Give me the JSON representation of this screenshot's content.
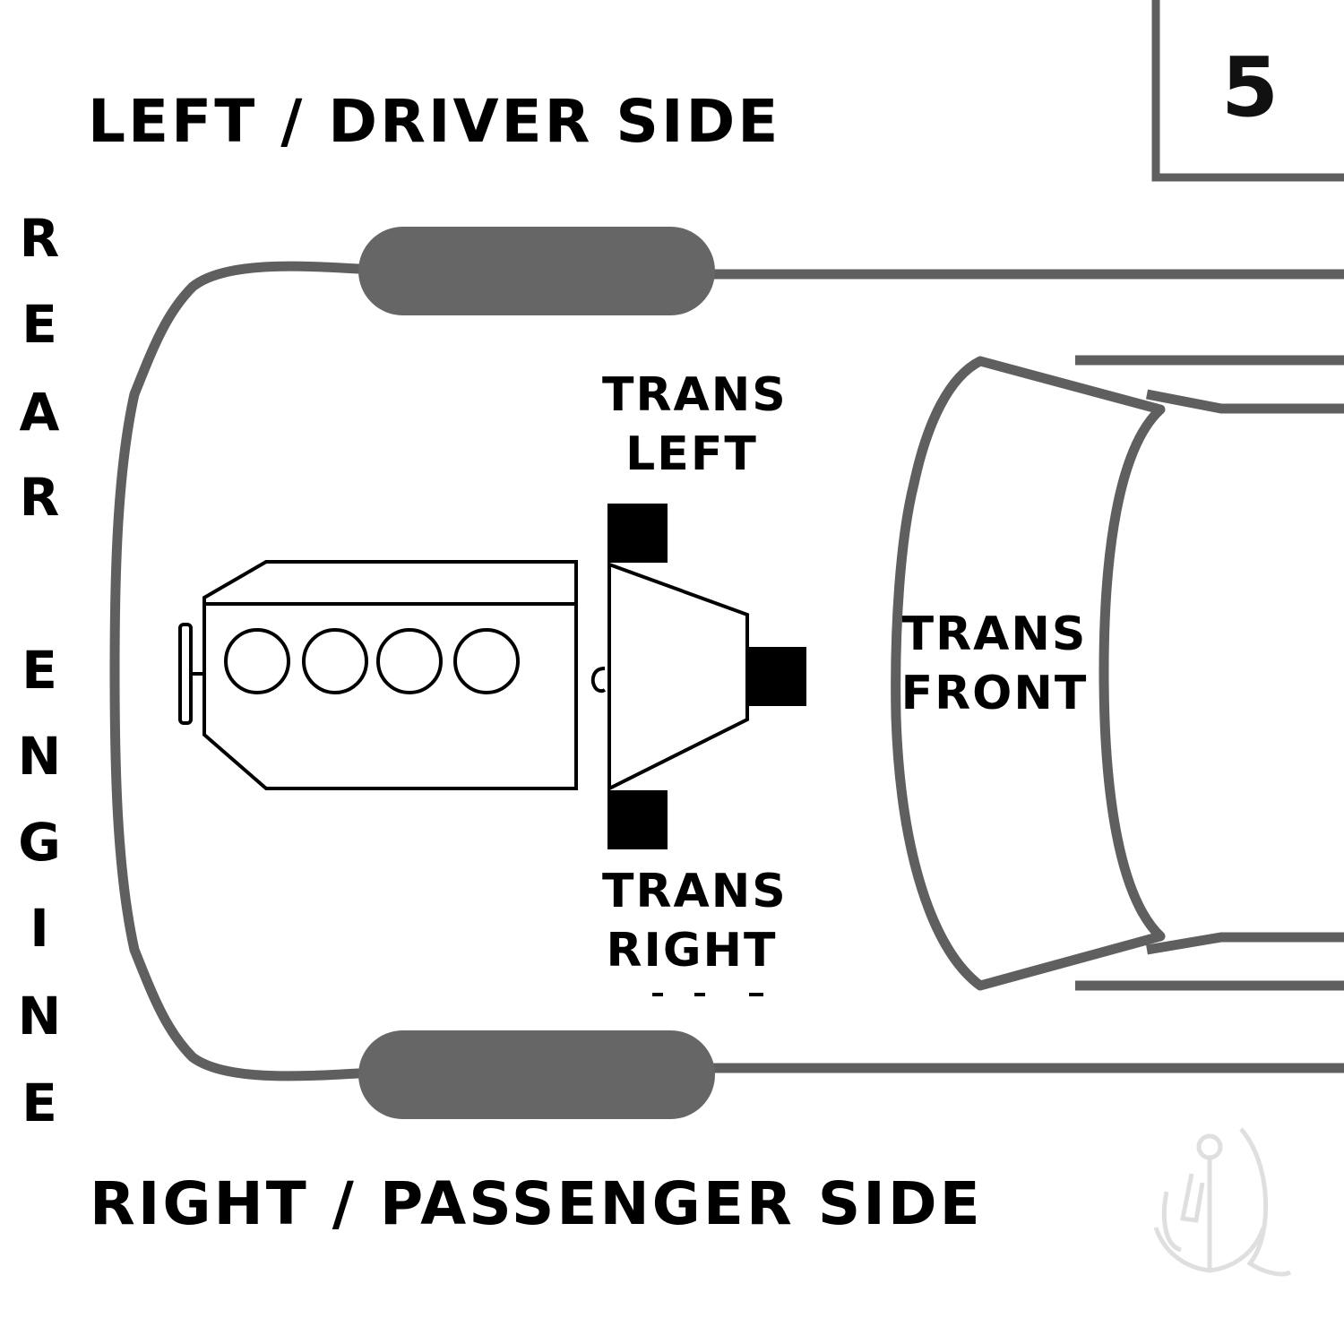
{
  "diagram": {
    "number": "5",
    "left_side_label": "LEFT / DRIVER SIDE",
    "right_side_label": "RIGHT / PASSENGER SIDE",
    "vertical_label": {
      "word1": [
        "R",
        "E",
        "A",
        "R"
      ],
      "word2": [
        "E",
        "N",
        "G",
        "I",
        "N",
        "E"
      ]
    },
    "mounts": {
      "trans_left": [
        "TRANS",
        "LEFT"
      ],
      "trans_right": [
        "TRANS",
        "RIGHT"
      ],
      "trans_front": [
        "TRANS",
        "FRONT"
      ]
    },
    "colors": {
      "outline": "#5f5f5f",
      "tire": "#666666",
      "ink": "#000000"
    },
    "watermark": "ai"
  }
}
